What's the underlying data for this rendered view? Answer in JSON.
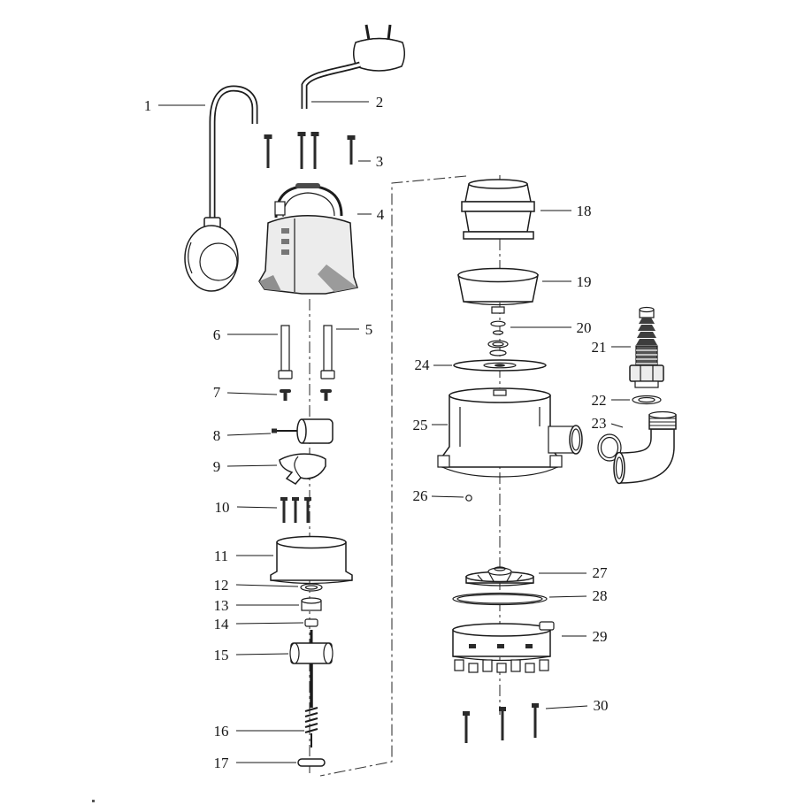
{
  "diagram": {
    "kind": "exploded-parts-diagram",
    "colors": {
      "line": "#1c1c1c",
      "background": "#ffffff",
      "shade": "#8f8f8f"
    },
    "callouts": [
      "1",
      "2",
      "3",
      "4",
      "5",
      "6",
      "7",
      "8",
      "9",
      "10",
      "11",
      "12",
      "13",
      "14",
      "15",
      "16",
      "17",
      "18",
      "19",
      "20",
      "21",
      "22",
      "23",
      "24",
      "25",
      "26",
      "27",
      "28",
      "29",
      "30"
    ]
  }
}
